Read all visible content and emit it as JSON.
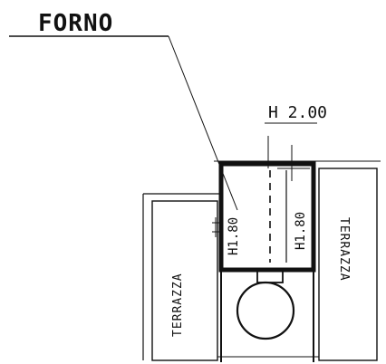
{
  "title": "FORNO",
  "dimensions": {
    "top_height": "H 2.00",
    "left_height": "H1.80",
    "right_height": "H1.80"
  },
  "labels": {
    "left_terrace": "TERRAZZA",
    "right_terrace": "TERRAZZA"
  },
  "colors": {
    "ink": "#111111",
    "paper": "#ffffff"
  }
}
